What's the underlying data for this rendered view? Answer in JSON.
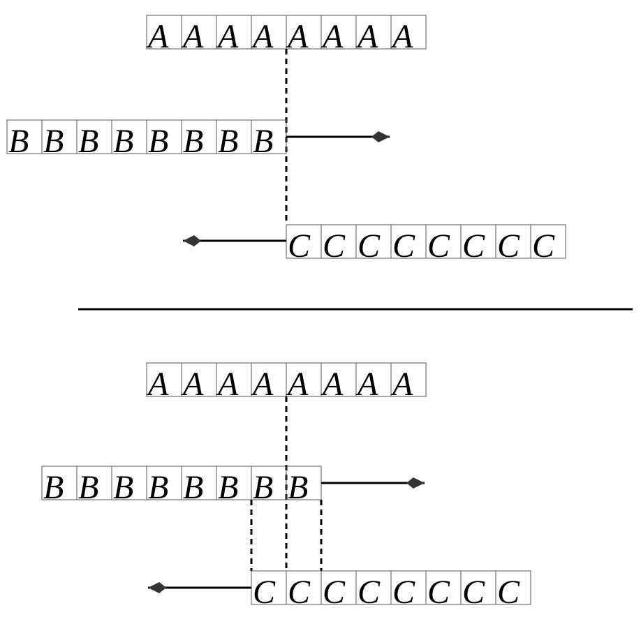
{
  "colors": {
    "line": "#000000",
    "cell_border": "#555555",
    "arrow_head": "#333333",
    "background": "#ffffff"
  },
  "panels": [
    {
      "name": "top-panel",
      "row_a": {
        "cells": [
          "A",
          "A",
          "A",
          "A",
          "A",
          "A",
          "A",
          "A"
        ]
      },
      "row_b": {
        "cells": [
          "B",
          "B",
          "B",
          "B",
          "B",
          "B",
          "B",
          "B"
        ],
        "arrow": "right-arrow-icon"
      },
      "row_c": {
        "cells": [
          "C",
          "C",
          "C",
          "C",
          "C",
          "C",
          "C",
          "C"
        ],
        "arrow": "left-arrow-icon"
      }
    },
    {
      "name": "bottom-panel",
      "row_a": {
        "cells": [
          "A",
          "A",
          "A",
          "A",
          "A",
          "A",
          "A",
          "A"
        ]
      },
      "row_b": {
        "cells": [
          "B",
          "B",
          "B",
          "B",
          "B",
          "B",
          "B",
          "B"
        ],
        "arrow": "right-arrow-icon"
      },
      "row_c": {
        "cells": [
          "C",
          "C",
          "C",
          "C",
          "C",
          "C",
          "C",
          "C"
        ],
        "arrow": "left-arrow-icon"
      }
    }
  ]
}
